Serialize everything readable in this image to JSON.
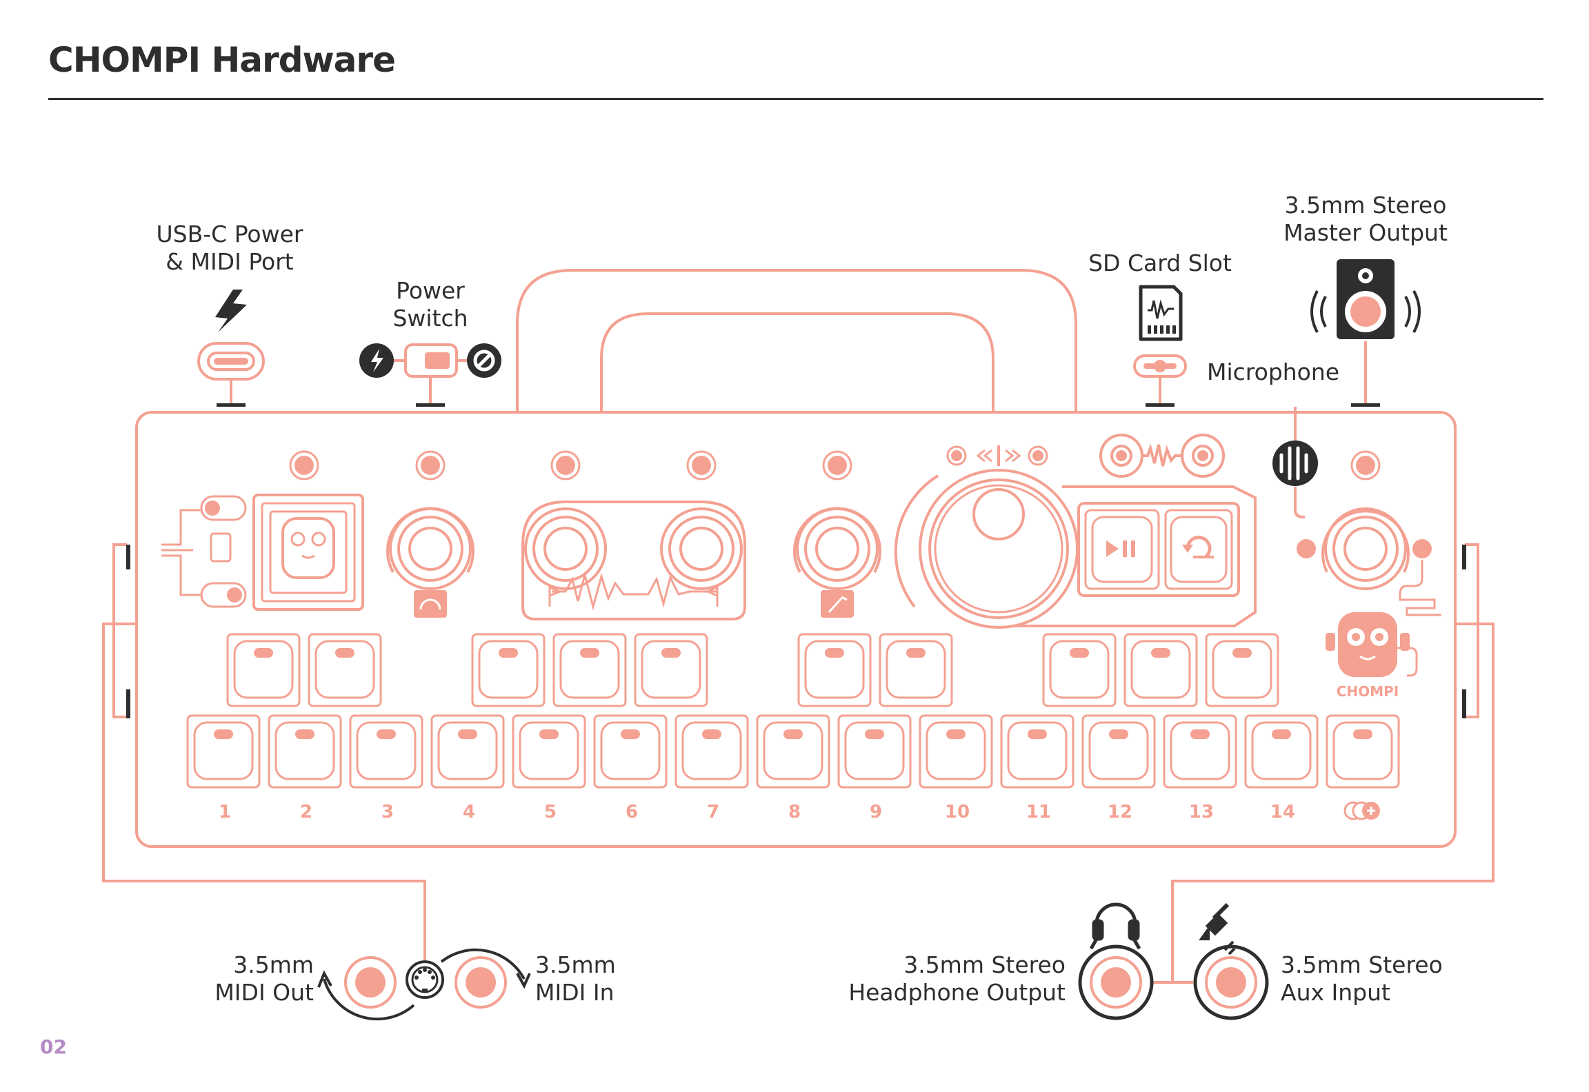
{
  "title": "CHOMPI Hardware",
  "page_number": "02",
  "colors": {
    "accent": "#f4a192",
    "accent_fill": "#f4a192",
    "ink": "#2e2e2e",
    "page_number": "#b48bc4"
  },
  "callouts": {
    "usb": {
      "line1": "USB-C Power",
      "line2": "& MIDI Port",
      "icon": "lightning-bolt-icon"
    },
    "power_switch": {
      "line1": "Power",
      "line2": "Switch"
    },
    "sd_card": {
      "line1": "SD Card Slot",
      "icon": "sd-card-icon"
    },
    "master_output": {
      "line1": "3.5mm Stereo",
      "line2": "Master Output",
      "icon": "speaker-icon"
    },
    "microphone": {
      "line1": "Microphone"
    },
    "midi_out": {
      "line1": "3.5mm",
      "line2": "MIDI Out"
    },
    "midi_in": {
      "line1": "3.5mm",
      "line2": "MIDI In"
    },
    "headphone": {
      "line1": "3.5mm Stereo",
      "line2": "Headphone Output",
      "icon": "headphones-icon"
    },
    "aux": {
      "line1": "3.5mm Stereo",
      "line2": "Aux Input",
      "icon": "audio-jack-icon"
    }
  },
  "device": {
    "brand": "CHOMPI",
    "step_numbers": [
      "1",
      "2",
      "3",
      "4",
      "5",
      "6",
      "7",
      "8",
      "9",
      "10",
      "11",
      "12",
      "13",
      "14"
    ],
    "transport_icons": [
      "play-pause-icon",
      "loop-icon"
    ]
  }
}
